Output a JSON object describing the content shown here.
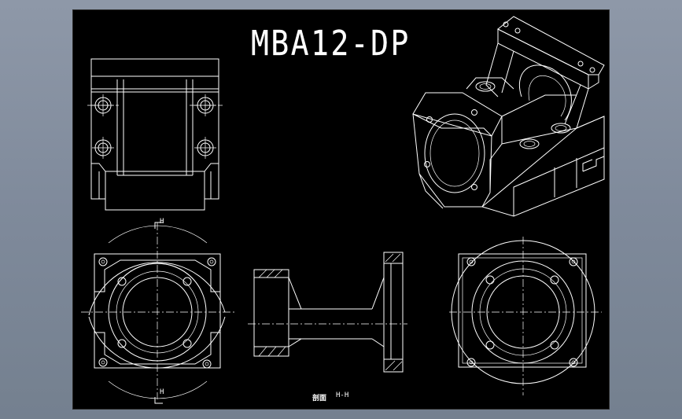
{
  "drawing": {
    "title": "MBA12-DP",
    "section_mark_top": "H",
    "section_mark_bottom": "H",
    "section_caption_prefix": "剖面",
    "section_caption": "H-H"
  }
}
